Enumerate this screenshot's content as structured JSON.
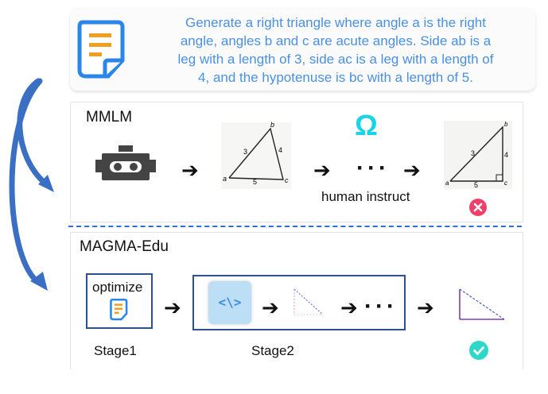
{
  "prompt": {
    "icon": "document-icon",
    "lines": [
      "Generate a right triangle where angle a is the right",
      "angle, angles b and c are acute angles. Side ab is a",
      "leg with a length of 3, side ac is a leg with a length of",
      "4, and the hypotenuse is bc with a length of 5."
    ]
  },
  "mmlm": {
    "title": "MMLM",
    "human_instruct": "human instruct",
    "omega_symbol": "Ω",
    "status_icon": "cross-icon",
    "triangle1": {
      "vertex_a": "a",
      "vertex_b": "b",
      "vertex_c": "c",
      "side_ab": "3",
      "side_bc": "4",
      "side_ac": "5"
    },
    "triangle2": {
      "vertex_a": "a",
      "vertex_b": "b",
      "vertex_c": "c",
      "side_ab": "3",
      "side_bc": "4",
      "side_ac": "5"
    }
  },
  "magma": {
    "title": "MAGMA-Edu",
    "optimize_label": "optimize",
    "code_symbol": "<\\>",
    "stage1_label": "Stage1",
    "stage2_label": "Stage2",
    "status_icon": "check-icon"
  },
  "colors": {
    "prompt_text": "#4a90e2",
    "curved_arrow": "#3b6fc4",
    "dashed_divider": "#2d6fd6",
    "stage_border": "#2f4f8f",
    "omega": "#19d3e6",
    "cross_badge": "#f0406a",
    "check_badge": "#2ed8c8"
  }
}
